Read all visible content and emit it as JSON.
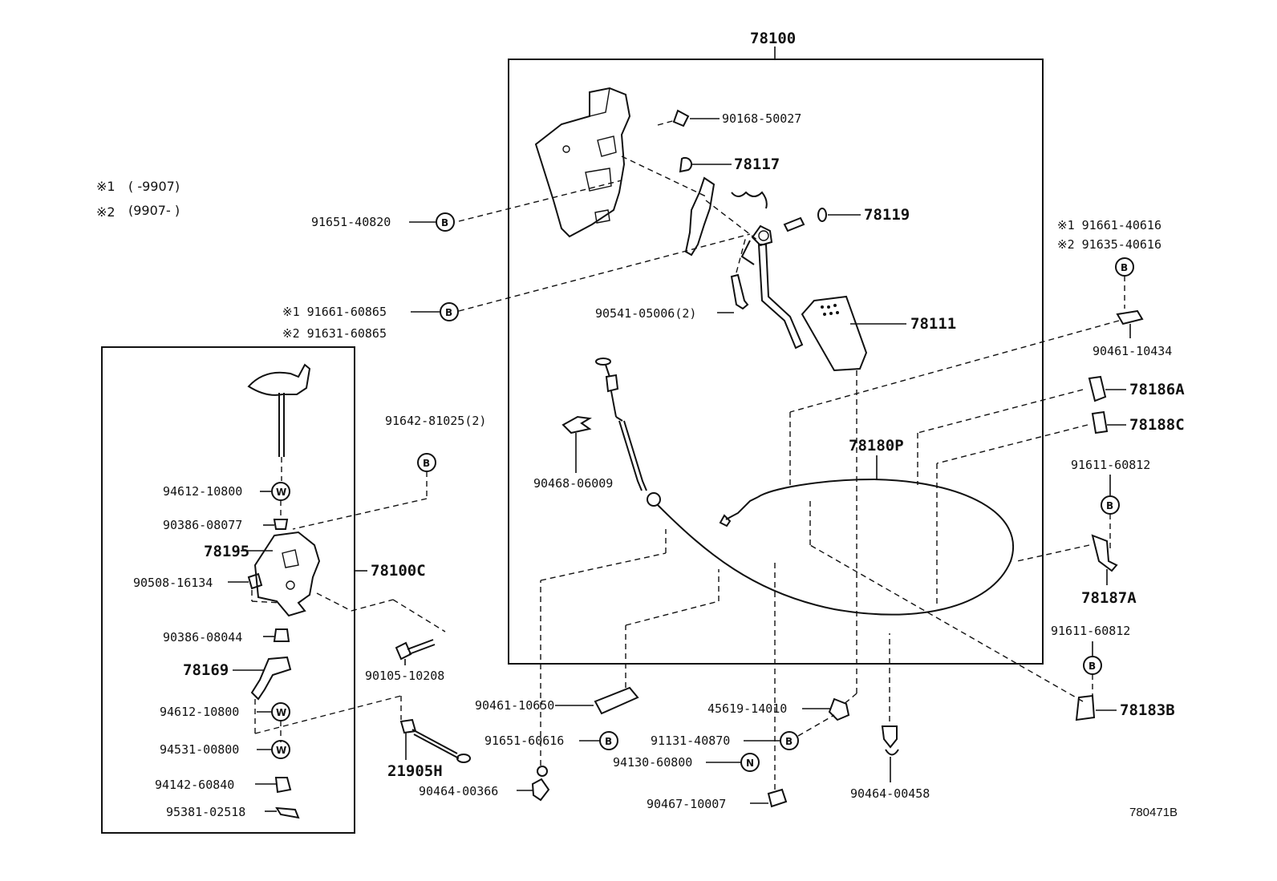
{
  "assembly": {
    "main": "78100",
    "sub": "78100C"
  },
  "notes": [
    {
      "mark": "※1",
      "text": "(      -9907)"
    },
    {
      "mark": "※2",
      "text": "(9907-      )"
    }
  ],
  "parts": {
    "p90168_50027": "90168-50027",
    "p78117": "78117",
    "p78119": "78119",
    "p91651_40820": "91651-40820",
    "p91661_60865": "※1 91661-60865",
    "p91631_60865": "※2 91631-60865",
    "p90541_05006": "90541-05006(2)",
    "p78111": "78111",
    "p91661_40616": "※1 91661-40616",
    "p91635_40616": "※2 91635-40616",
    "p90461_10434": "90461-10434",
    "p78186A": "78186A",
    "p78188C": "78188C",
    "p91642_81025": "91642-81025(2)",
    "p90468_06009": "90468-06009",
    "p78180P": "78180P",
    "p91611_60812_a": "91611-60812",
    "p78187A": "78187A",
    "p91611_60812_b": "91611-60812",
    "p78183B": "78183B",
    "p94612_10800_a": "94612-10800",
    "p90386_08077": "90386-08077",
    "p78195": "78195",
    "p90508_16134": "90508-16134",
    "p90386_08044": "90386-08044",
    "p78169": "78169",
    "p94612_10800_b": "94612-10800",
    "p94531_00800": "94531-00800",
    "p94142_60840": "94142-60840",
    "p95381_02518": "95381-02518",
    "p90105_10208": "90105-10208",
    "p21905H": "21905H",
    "p90461_10650": "90461-10650",
    "p91651_60616": "91651-60616",
    "p90464_00366": "90464-00366",
    "p45619_14010": "45619-14010",
    "p91131_40870": "91131-40870",
    "p94130_60800": "94130-60800",
    "p90467_10007": "90467-10007",
    "p90464_00458": "90464-00458"
  },
  "symbols": {
    "B": "B",
    "W": "W",
    "N": "N"
  },
  "figure_id": "780471B"
}
